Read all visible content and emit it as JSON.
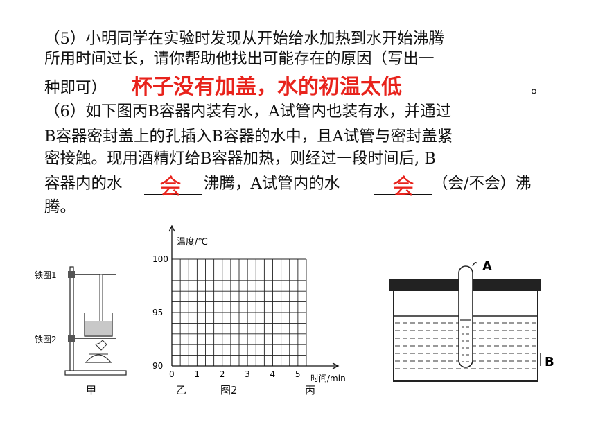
{
  "q5": {
    "line1": "（5）小明同学在实验时发现从开始给水加热到水开始沸腾",
    "line2": "所用时间过长，请你帮助他找出可能存在的原因（写出一",
    "line3_prefix": "种即可）",
    "line3_suffix": "。",
    "answer": "杯子没有加盖，水的初温太低"
  },
  "q6": {
    "line1": "（6）如下图丙B容器内装有水，A试管内也装有水，并通过",
    "line2": "B容器密封盖上的孔插入B容器的水中，且A试管与密封盖紧",
    "line3": "密接触。现用酒精灯给B容器加热，则经过一段时间后, B",
    "line4_a": "容器内的水",
    "line4_b": "沸腾，A试管内的水",
    "line4_c": "（会/不会）沸",
    "line5": "腾。",
    "answer1": "会",
    "answer2": "会"
  },
  "figure_jia": {
    "ring1_label": "铁圈1",
    "ring2_label": "铁圈2",
    "caption": "甲"
  },
  "chart_data": {
    "type": "line",
    "ylabel": "温度/℃",
    "xlabel": "时间/min",
    "x_ticks": [
      "0",
      "1",
      "2",
      "3",
      "4",
      "5"
    ],
    "y_ticks": [
      "90",
      "95",
      "100"
    ],
    "xlim": [
      0,
      5
    ],
    "ylim": [
      90,
      100
    ],
    "grid": true,
    "series": []
  },
  "captions": {
    "yi": "乙",
    "fig2": "图2",
    "bing": "丙"
  },
  "figure_bing": {
    "label_a": "A",
    "label_b": "B"
  }
}
